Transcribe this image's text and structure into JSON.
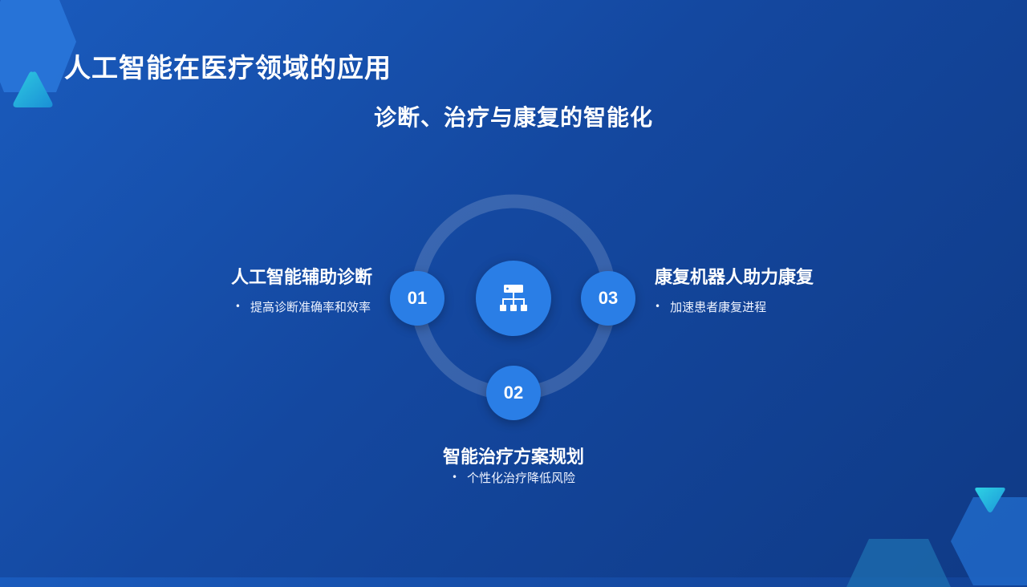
{
  "slide": {
    "title": "人工智能在医疗领域的应用",
    "subtitle": "诊断、治疗与康复的智能化"
  },
  "center": {
    "icon": "hierarchy-icon"
  },
  "items": [
    {
      "number": "01",
      "title": "人工智能辅助诊断",
      "bullet": "提高诊断准确率和效率"
    },
    {
      "number": "02",
      "title": "智能治疗方案规划",
      "bullet": "个性化治疗降低风险"
    },
    {
      "number": "03",
      "title": "康复机器人助力康复",
      "bullet": "加速患者康复进程"
    }
  ],
  "colors": {
    "background_start": "#1a5bbd",
    "background_end": "#0f3a86",
    "accent": "#2a7ee6",
    "teal": "#1fb5d8"
  }
}
